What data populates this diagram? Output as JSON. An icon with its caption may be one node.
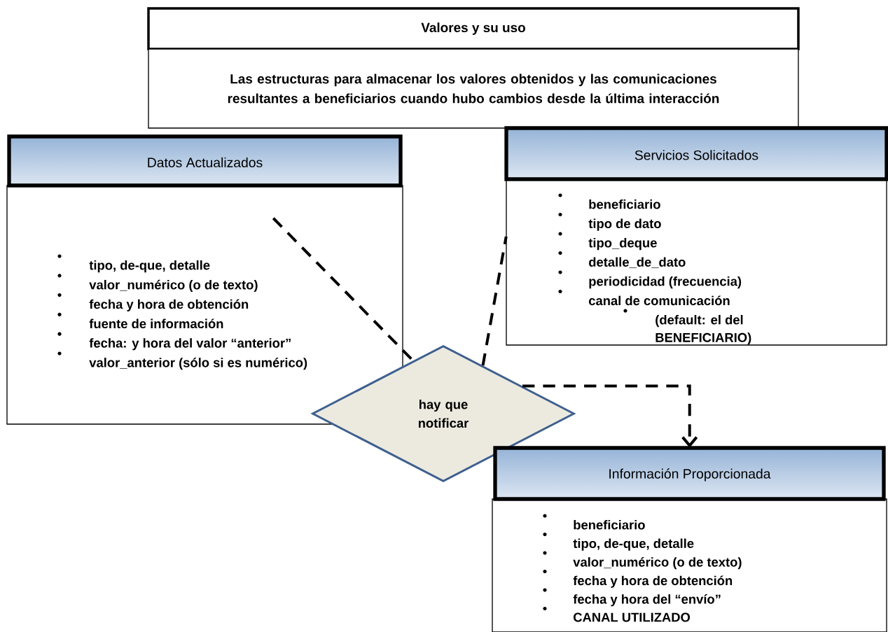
{
  "diagram": {
    "nodes": [
      {
        "text": [
          "Valores y su uso"
        ]
      },
      {
        "text": [
          "Las estructuras para almacenar los valores obtenidos y las comunicaciones resultantes a beneficiarios cuando hubo cambios desde la última interacción"
        ]
      },
      {
        "text": [
          "Datos Actualizados",
          "tipo, de-que, detalle",
          "valor_numérico (o de texto)",
          "fecha y hora de obtención",
          "fuente de información",
          "fecha: y hora del valor “anterior”",
          "valor_anterior (sólo si es numérico)"
        ]
      },
      {
        "text": [
          "Servicios Solicitados",
          "beneficiario",
          "tipo de dato",
          "tipo_deque",
          "detalle_de_dato",
          "periodicidad (frecuencia)",
          "canal de comunicación",
          "(default: el del BENEFICIARIO)"
        ]
      },
      {
        "text": [
          "hay que notificar"
        ]
      },
      {
        "text": [
          "Información Proporcionada",
          "beneficiario",
          "tipo, de-que, detalle",
          "valor_numérico (o de texto)",
          "fecha y hora de obtención",
          "fecha y hora del “envío”",
          "CANAL UTILIZADO"
        ]
      }
    ],
    "edges": [
      {
        "from": 2,
        "to": 4,
        "arrow": "none",
        "style": "dashed"
      },
      {
        "from": 4,
        "to": 3,
        "arrow": "none",
        "style": "dashed"
      },
      {
        "from": 4,
        "to": 5,
        "arrow": "to",
        "style": "dashed"
      }
    ]
  }
}
